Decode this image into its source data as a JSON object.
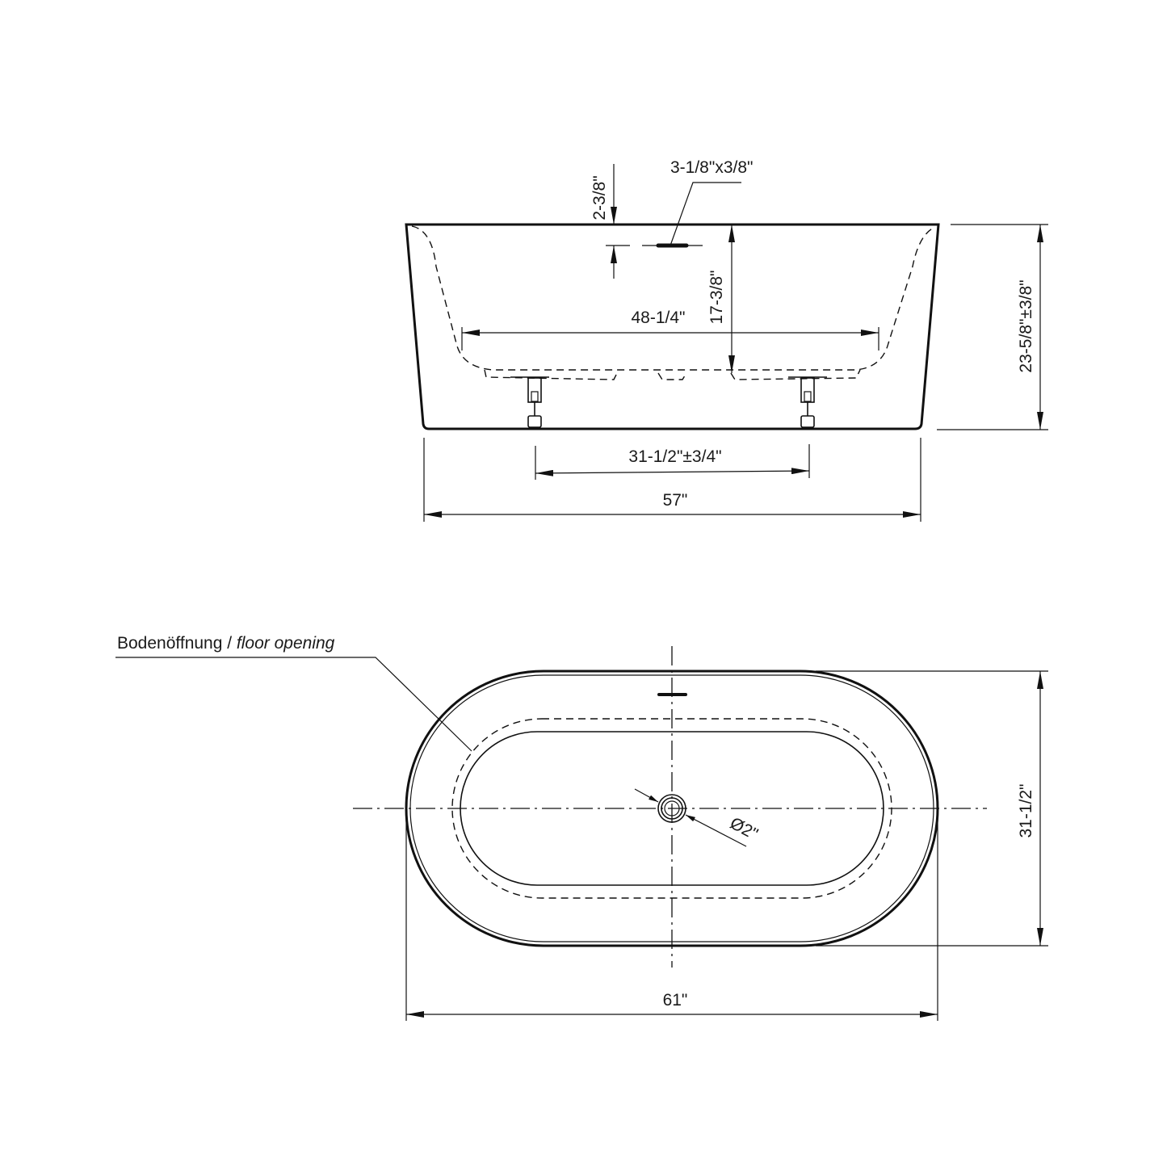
{
  "drawing": {
    "subject": "Freestanding bathtub dimension drawing",
    "line_color": "#111111",
    "background": "#ffffff"
  },
  "side_view": {
    "overflow_offset": "2-3/8\"",
    "overflow_size": "3-1/8\"x3/8\"",
    "inner_length": "48-1/4\"",
    "inner_depth": "17-3/8\"",
    "total_height": "23-5/8\"±3/8\"",
    "foot_spacing": "31-1/2\"±3/4\"",
    "bottom_length": "57\""
  },
  "top_view": {
    "callout_label_de": "Bodenöffnung / ",
    "callout_label_en": "floor opening",
    "drain_diameter": "Ø2\"",
    "width": "31-1/2\"",
    "length": "61\""
  }
}
